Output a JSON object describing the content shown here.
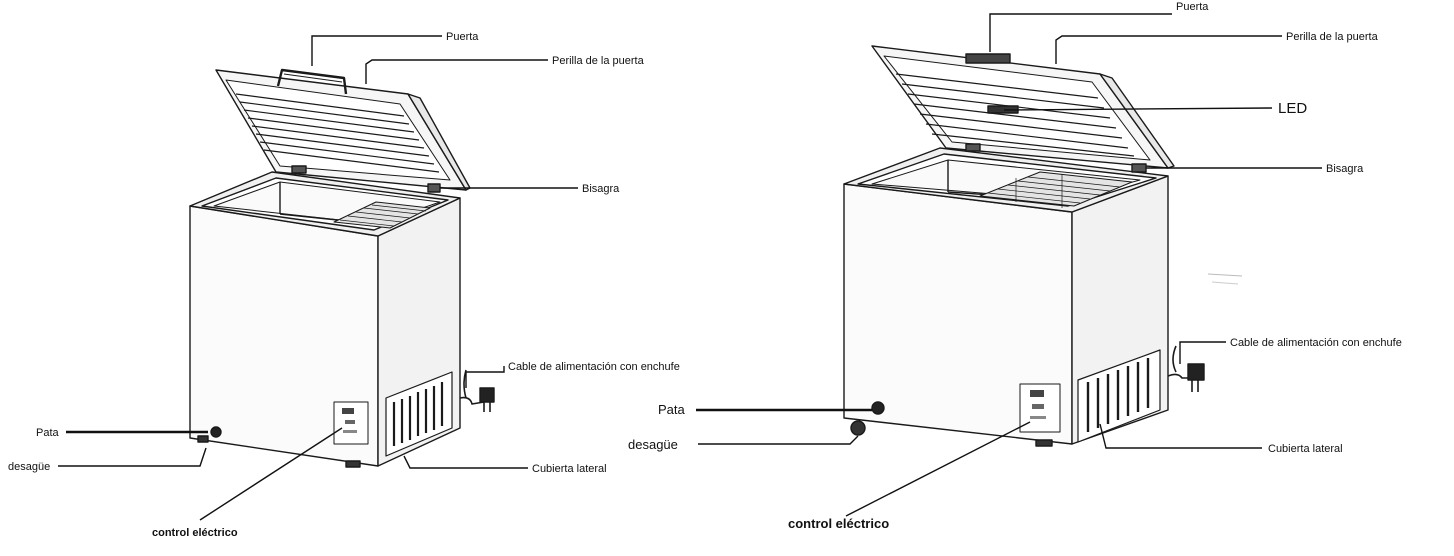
{
  "left_diagram": {
    "labels": {
      "door": "Puerta",
      "door_knob": "Perilla de la puerta",
      "hinge": "Bisagra",
      "power_cable": "Cable de alimentación con enchufe",
      "leg": "Pata",
      "drain": "desagüe",
      "side_cover": "Cubierta lateral",
      "electric_control": "control eléctrico"
    }
  },
  "right_diagram": {
    "labels": {
      "door": "Puerta",
      "door_knob": "Perilla de la puerta",
      "led": "LED",
      "hinge": "Bisagra",
      "power_cable": "Cable de alimentación con enchufe",
      "leg": "Pata",
      "drain": "desagüe",
      "side_cover": "Cubierta lateral",
      "electric_control": "control eléctrico"
    }
  }
}
